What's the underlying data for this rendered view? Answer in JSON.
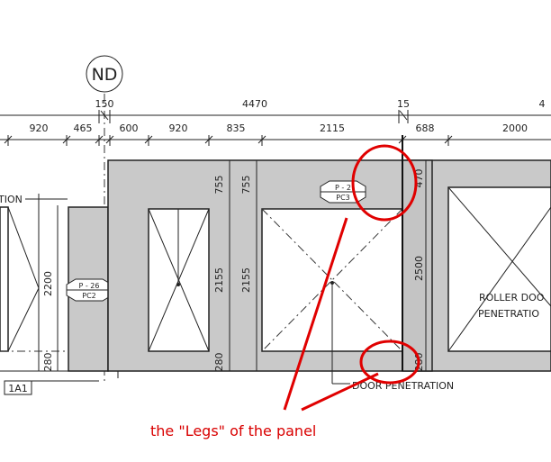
{
  "grid": {
    "label": "ND",
    "offset_above": "150"
  },
  "top_dims": {
    "total_4470": "4470",
    "gap_15": "15",
    "right_partial": "4"
  },
  "segment_dims": [
    "920",
    "465",
    "600",
    "920",
    "835",
    "2115",
    "688",
    "2000"
  ],
  "vertical_dims": {
    "d755a": "755",
    "d755b": "755",
    "d2200": "2200",
    "d2155a": "2155",
    "d2155b": "2155",
    "d2500": "2500",
    "d280a": "280",
    "d280b": "280",
    "d280c": "280",
    "d470": "470"
  },
  "tags": [
    {
      "top": "P - 26",
      "bottom": "PC2"
    },
    {
      "top": "P - 2",
      "bottom": "PC3"
    }
  ],
  "labels": {
    "left_partial": "TION",
    "roller_line1": "ROLLER DOO",
    "roller_line2": "PENETRATIO",
    "door_penetration": "DOOR PENETRATION",
    "section_mark": "1A1"
  },
  "annotation": {
    "text": "the \"Legs\" of the panel",
    "color": "#e00000"
  }
}
